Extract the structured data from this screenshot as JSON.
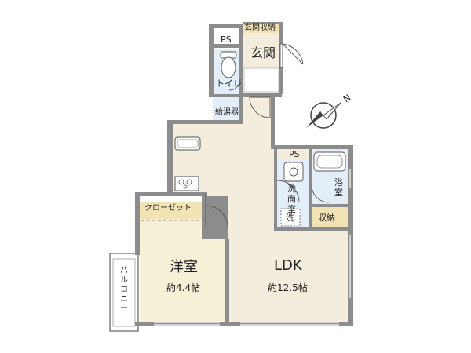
{
  "rooms": {
    "genkan_storage": "玄関収納",
    "ps_top": "PS",
    "genkan": "玄関",
    "toilet": "トイレ",
    "water_heater": "給湯器",
    "ps_mid": "PS",
    "closet": "クローゼット",
    "western_room": "洋室",
    "western_room_size": "約4.4帖",
    "balcony": "バルコニー",
    "ldk": "LDK",
    "ldk_size": "約12.5帖",
    "washroom": "洗面室",
    "washer": "洗",
    "bath": "浴室",
    "storage": "収納"
  },
  "compass": {
    "north_label": "N"
  },
  "colors": {
    "wall": "#8c8c8c",
    "ldk_floor": "#f4ecdc",
    "room_floor": "#f6f0d6",
    "water_floor": "#e3eef8",
    "storage_floor": "#f1e3b4",
    "balcony": "#ffffff"
  }
}
